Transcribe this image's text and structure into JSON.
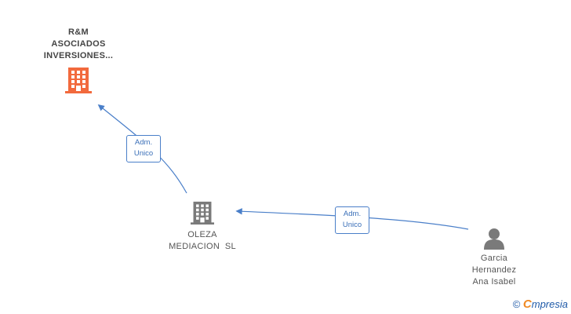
{
  "nodes": {
    "rm": {
      "lines": [
        "R&M",
        "ASOCIADOS",
        "INVERSIONES..."
      ],
      "icon": "building-icon",
      "color": "#f26a3d"
    },
    "oleza": {
      "lines": [
        "OLEZA",
        "MEDIACION  SL"
      ],
      "icon": "building-icon",
      "color": "#7a7a7a"
    },
    "garcia": {
      "lines": [
        "Garcia",
        "Hernandez",
        "Ana Isabel"
      ],
      "icon": "person-icon",
      "color": "#7a7a7a"
    }
  },
  "edges": [
    {
      "from": "oleza",
      "to": "rm",
      "label_lines": [
        "Adm.",
        "Unico"
      ]
    },
    {
      "from": "garcia",
      "to": "oleza",
      "label_lines": [
        "Adm.",
        "Unico"
      ]
    }
  ],
  "footer": {
    "copyright": "©",
    "brand_first": "C",
    "brand_rest": "mpresia"
  },
  "colors": {
    "edge": "#4a7fc9"
  }
}
